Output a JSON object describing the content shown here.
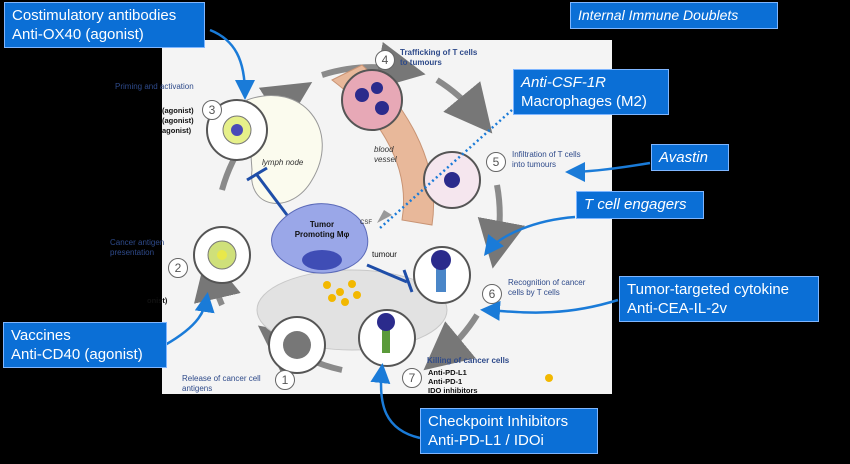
{
  "callouts": {
    "costimulatory": {
      "line1": "Costimulatory antibodies",
      "line2": "Anti-OX40 (agonist)"
    },
    "internal": {
      "line1": "Internal Immune Doublets"
    },
    "csf1r": {
      "line1": "Anti-CSF-1R",
      "line2": "Macrophages (M2)"
    },
    "avastin": {
      "line1": "Avastin"
    },
    "tcell": {
      "line1": "T cell engagers"
    },
    "cytokine": {
      "line1": "Tumor-targeted cytokine",
      "line2": "Anti-CEA-IL-2v"
    },
    "vaccines": {
      "line1": "Vaccines",
      "line2": "Anti-CD40 (agonist)"
    },
    "checkpoint": {
      "line1": "Checkpoint Inhibitors",
      "line2": "Anti-PD-L1 / IDOi"
    }
  },
  "diagram": {
    "steps": [
      "1",
      "2",
      "3",
      "4",
      "5",
      "6",
      "7"
    ],
    "labels": {
      "priming": "Priming and activation",
      "agonist1": "(agonist)",
      "agonist2": "(agonist)",
      "agonist3": "agonist)",
      "trafficking": "Trafficking of T cells to tumours",
      "infiltration": "Infiltration of T cells into tumours",
      "antigen": "Cancer antigen presentation",
      "onist": "onist)",
      "recognition": "Recognition of cancer cells by T cells",
      "killing": "Killing of cancer cells",
      "pdl1": "Anti-PD-L1",
      "pd1": "Anti-PD-1",
      "ido": "IDO inhibitors",
      "release": "Release of cancer cell antigens",
      "lymph": "lymph node",
      "blood": "blood vessel",
      "tumor_mp": "Tumor Promoting Mφ",
      "tumour": "tumour",
      "csf": "CSF"
    }
  }
}
